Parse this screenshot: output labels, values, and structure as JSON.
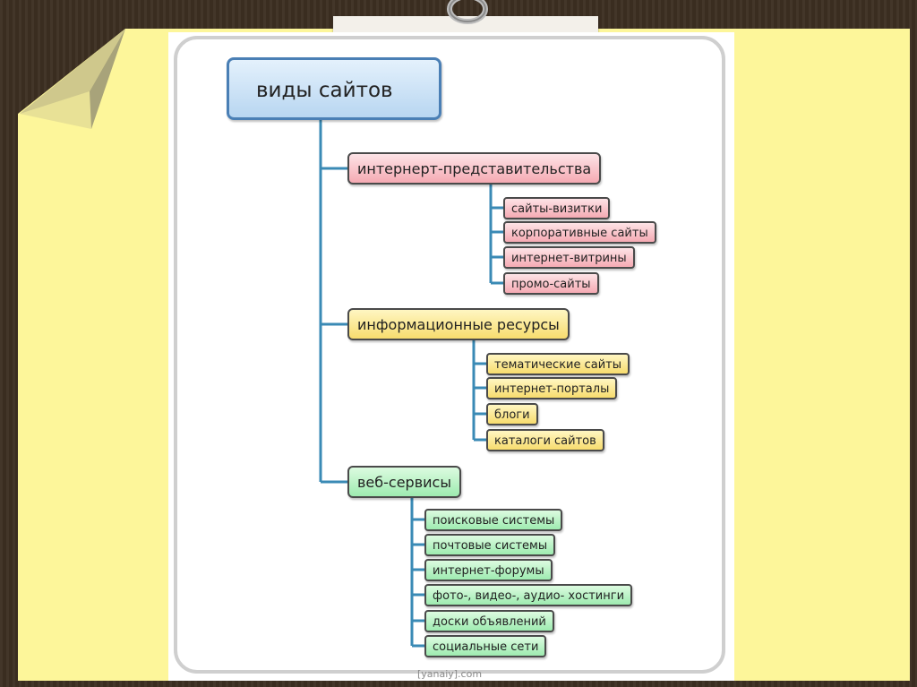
{
  "diagram": {
    "root": "виды сайтов",
    "groups": [
      {
        "label": "интернерт-представительства",
        "color": "#f5aab3",
        "items": [
          "сайты-визитки",
          "корпоративные сайты",
          "интернет-витрины",
          "промо-сайты"
        ]
      },
      {
        "label": "информационные ресурсы",
        "color": "#f7dc6e",
        "items": [
          "тематические сайты",
          "интернет-порталы",
          "блоги",
          "каталоги сайтов"
        ]
      },
      {
        "label": "веб-сервисы",
        "color": "#9eebb0",
        "items": [
          "поисковые системы",
          "почтовые системы",
          "интернет-форумы",
          "фото-, видео-, аудио- хостинги",
          "доски объявлений",
          "социальные сети"
        ]
      }
    ]
  },
  "watermark": "[yanaiy].com",
  "colors": {
    "paper": "#fdf69a",
    "background": "#3d2f22",
    "connector": "#3a8ab5",
    "root_border": "#4a7fb5"
  }
}
